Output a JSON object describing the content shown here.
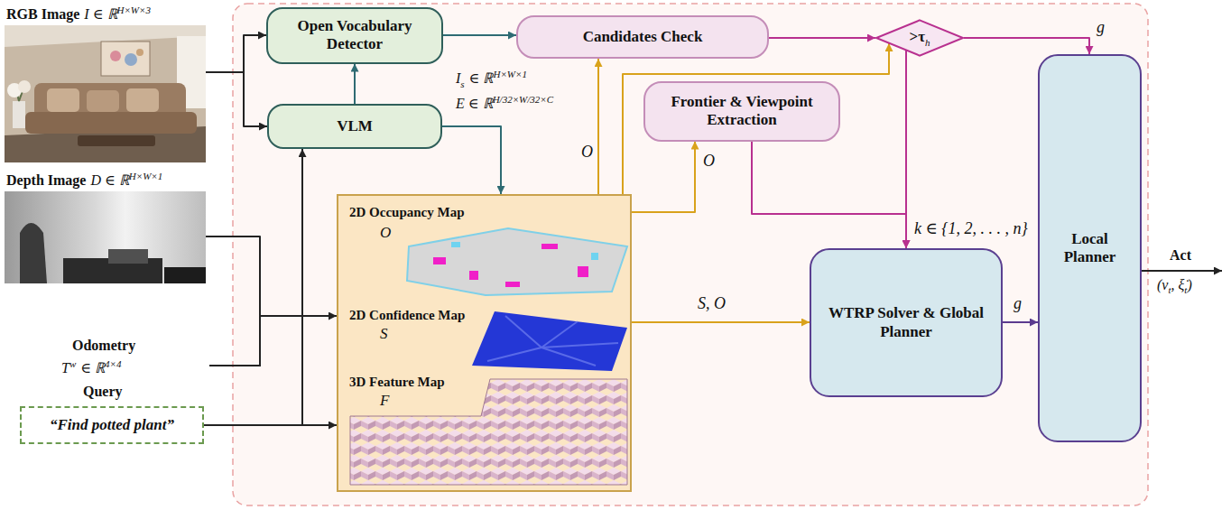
{
  "diagram": {
    "nodes": [
      {
        "text": [
          "RGB Image",
          "I ∈ ℝ",
          "H×W×3"
        ]
      },
      {
        "text": [
          "Depth Image",
          "D ∈ ℝ",
          "H×W×1"
        ]
      },
      {
        "text": [
          "“Find potted plant”"
        ]
      },
      {
        "text": [
          "Open Vocabulary Detector"
        ]
      },
      {
        "text": [
          "VLM"
        ]
      },
      {
        "text": [
          "Candidates Check"
        ]
      },
      {
        "text": [
          ">τ",
          "h"
        ]
      },
      {
        "text": [
          "Frontier & Viewpoint Extraction"
        ]
      },
      {
        "text": [
          "2D Occupancy Map",
          "O",
          "2D Confidence Map",
          "S",
          "3D Feature Map",
          "F"
        ]
      },
      {
        "text": [
          "WTRP Solver & Global Planner"
        ]
      },
      {
        "text": [
          "Local Planner"
        ]
      }
    ],
    "edges": [
      {
        "from": 0,
        "to": 3,
        "arrow": "to"
      },
      {
        "from": 0,
        "to": 4,
        "arrow": "to"
      },
      {
        "from": 4,
        "to": 3,
        "arrow": "to"
      },
      {
        "from": 1,
        "to": 8,
        "arrow": "to"
      },
      {
        "from": 2,
        "to": 8,
        "arrow": "to"
      },
      {
        "from": 2,
        "to": 4,
        "arrow": "to"
      },
      {
        "from": 4,
        "to": 8,
        "arrow": "to"
      },
      {
        "from": 3,
        "to": 5,
        "arrow": "to"
      },
      {
        "from": 8,
        "to": 5,
        "arrow": "to",
        "label": "O"
      },
      {
        "from": 8,
        "to": 6,
        "arrow": "to"
      },
      {
        "from": 8,
        "to": 7,
        "arrow": "to",
        "label": "O"
      },
      {
        "from": 5,
        "to": 6,
        "arrow": "to"
      },
      {
        "from": 6,
        "to": 10,
        "arrow": "to",
        "label": "g"
      },
      {
        "from": 6,
        "to": 9,
        "arrow": "to"
      },
      {
        "from": 7,
        "to": 9,
        "arrow": "to",
        "label": "k ∈ {1, 2, . . . , n}"
      },
      {
        "from": 8,
        "to": 9,
        "arrow": "to",
        "label": "S, O"
      },
      {
        "from": 9,
        "to": 10,
        "arrow": "to",
        "label": "g"
      }
    ],
    "labels": [
      "Odometry",
      "T",
      "w",
      "∈ ℝ",
      "4×4",
      "Query",
      "I",
      "s",
      "∈ ℝ",
      "H×W×1",
      "E ∈ ℝ",
      "H/32×W/32×C",
      "Act",
      "(v",
      "t",
      ", ξ̇",
      "t",
      ")"
    ]
  }
}
